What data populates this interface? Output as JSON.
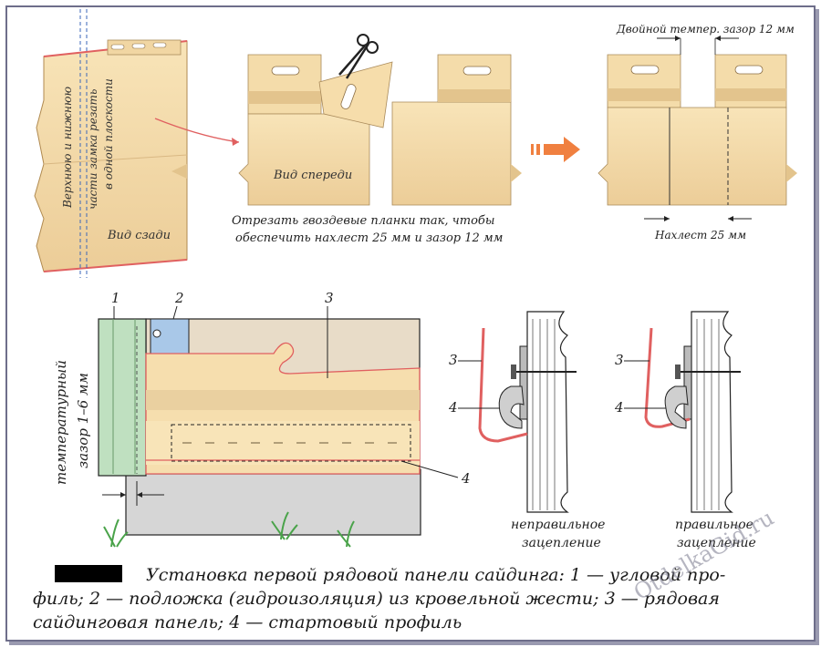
{
  "labels": {
    "cut_vertical_1": "Верхнюю и нижнюю",
    "cut_vertical_2": "части замка резать",
    "cut_vertical_3": "в одной плоскости",
    "back_view": "Вид сзади",
    "front_view": "Вид спереди",
    "trim_note_1": "Отрезать гвоздевые планки так, чтобы",
    "trim_note_2": "обеспечить нахлест 25 мм и зазор 12 мм",
    "double_gap": "Двойной темпер. зазор 12 мм",
    "overlap": "Нахлест 25 мм",
    "temp_gap_1": "температурный",
    "temp_gap_2": "зазор 1–6 мм",
    "num_1": "1",
    "num_2": "2",
    "num_3": "3",
    "num_4": "4",
    "wrong_1": "неправильное",
    "wrong_2": "зацепление",
    "right_1": "правильное",
    "right_2": "зацепление"
  },
  "caption": {
    "line1": "Установка первой рядовой панели сайдинга: 1 — угловой про-",
    "line2": "филь;           2 — подложка (гидроизоляция) из кровельной жести; 3 — рядовая",
    "line3": "сайдинговая панель; 4 — стартовый профиль"
  },
  "watermark": "OtdelkaGid.ru",
  "colors": {
    "panel": "#f6deae",
    "panel_dark": "#e3c48d",
    "outline_red": "#e06060",
    "green": "#bfe0c0",
    "blue": "#a9c8e8",
    "ground": "#d6d6d6",
    "arrow": "#f08040"
  }
}
